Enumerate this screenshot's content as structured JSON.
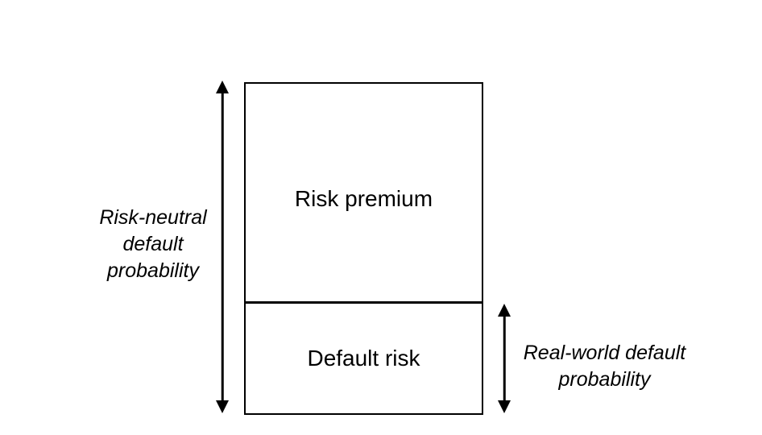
{
  "diagram": {
    "box": {
      "top_section_label": "Risk premium",
      "bottom_section_label": "Default risk"
    },
    "left_annotation": {
      "lines": [
        "Risk-neutral",
        "default",
        "probability"
      ]
    },
    "right_annotation": {
      "lines": [
        "Real-world default",
        "probability"
      ]
    },
    "colors": {
      "background": "#ffffff",
      "line": "#000000",
      "text": "#000000"
    }
  }
}
